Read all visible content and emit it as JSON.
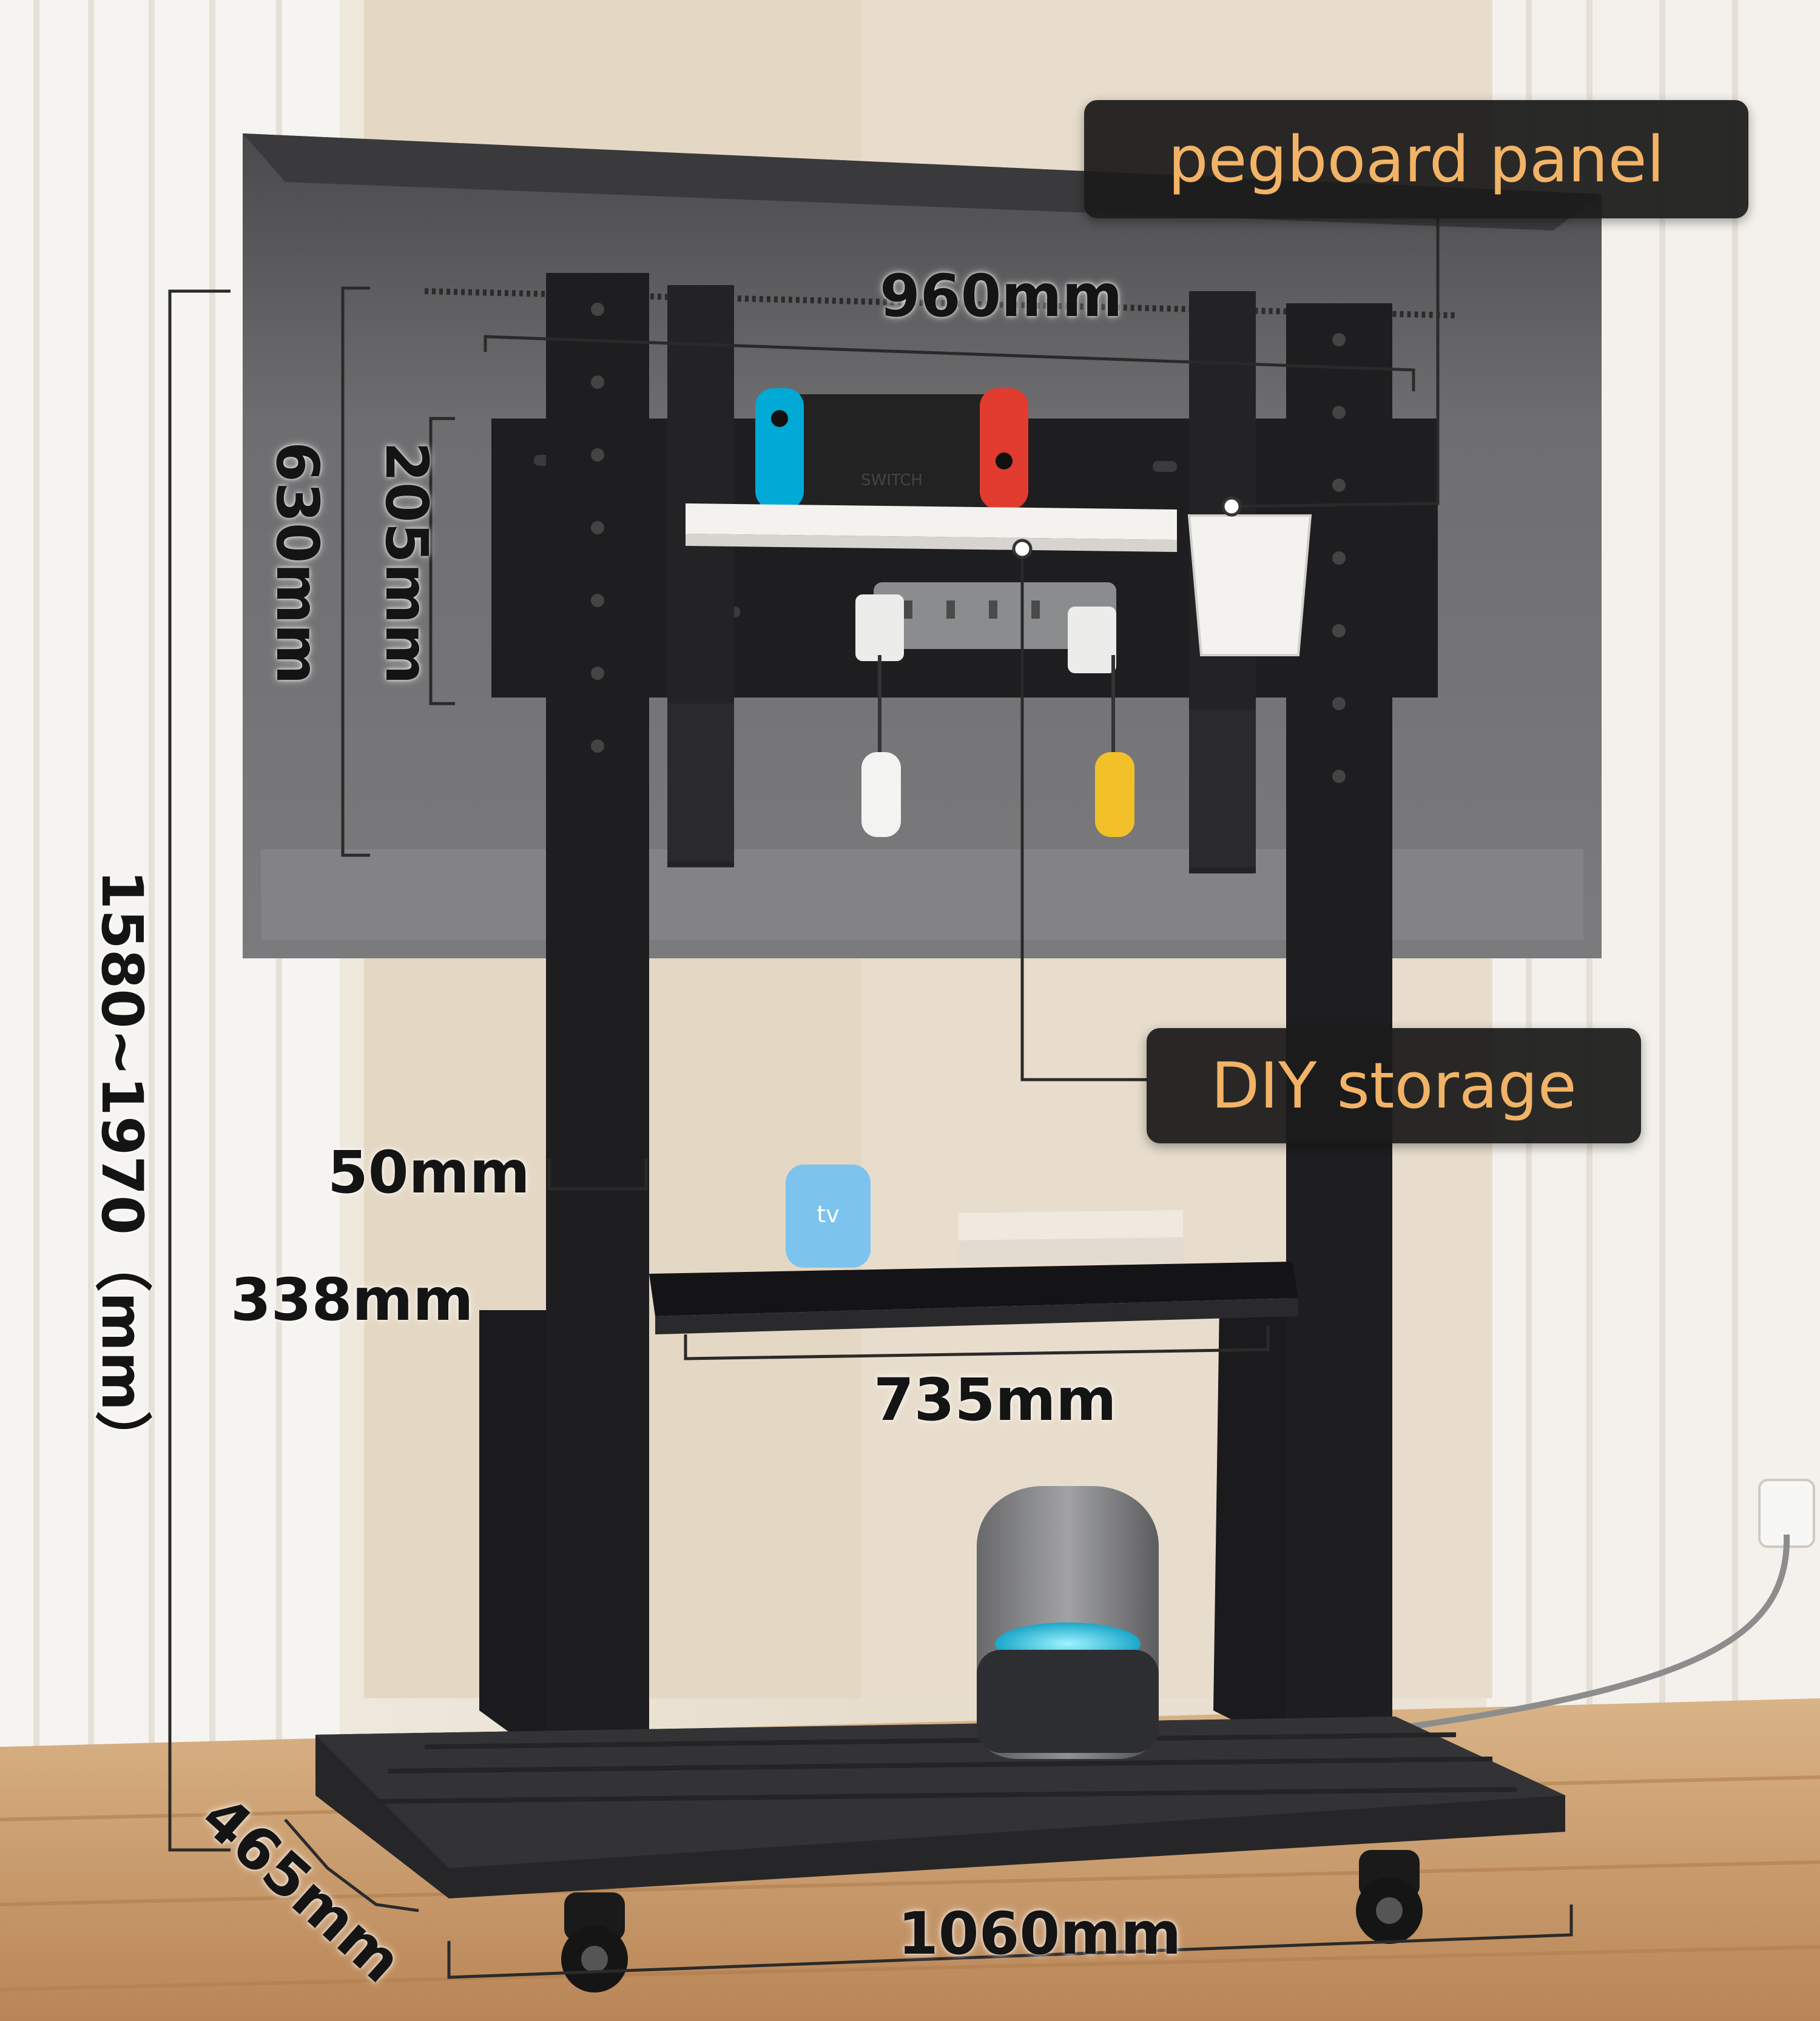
{
  "callouts": {
    "pegboard": "pegboard panel",
    "diy": "DIY storage"
  },
  "dimensions": {
    "tv_width": "960mm",
    "tv_height": "630mm",
    "pegboard_height": "205mm",
    "total_height": "1580~1970（mm）",
    "column_width": "50mm",
    "shelf_depth": "338mm",
    "shelf_width": "735mm",
    "base_depth": "465mm",
    "base_width": "1060mm"
  },
  "products": {
    "console_logo": "SWITCH",
    "streaming_box_logo": "tv"
  },
  "colors": {
    "callout_bg": "#1c1c1c",
    "callout_text": "#f2b366",
    "frame": "#1e1e20",
    "wall": "#e9e1d3",
    "floor": "#c79a6c",
    "tv_back": "#6d6d6f",
    "joycon_left": "#00a9d6",
    "joycon_right": "#e23b2f",
    "apple_tv_box": "#7cc4ee"
  }
}
